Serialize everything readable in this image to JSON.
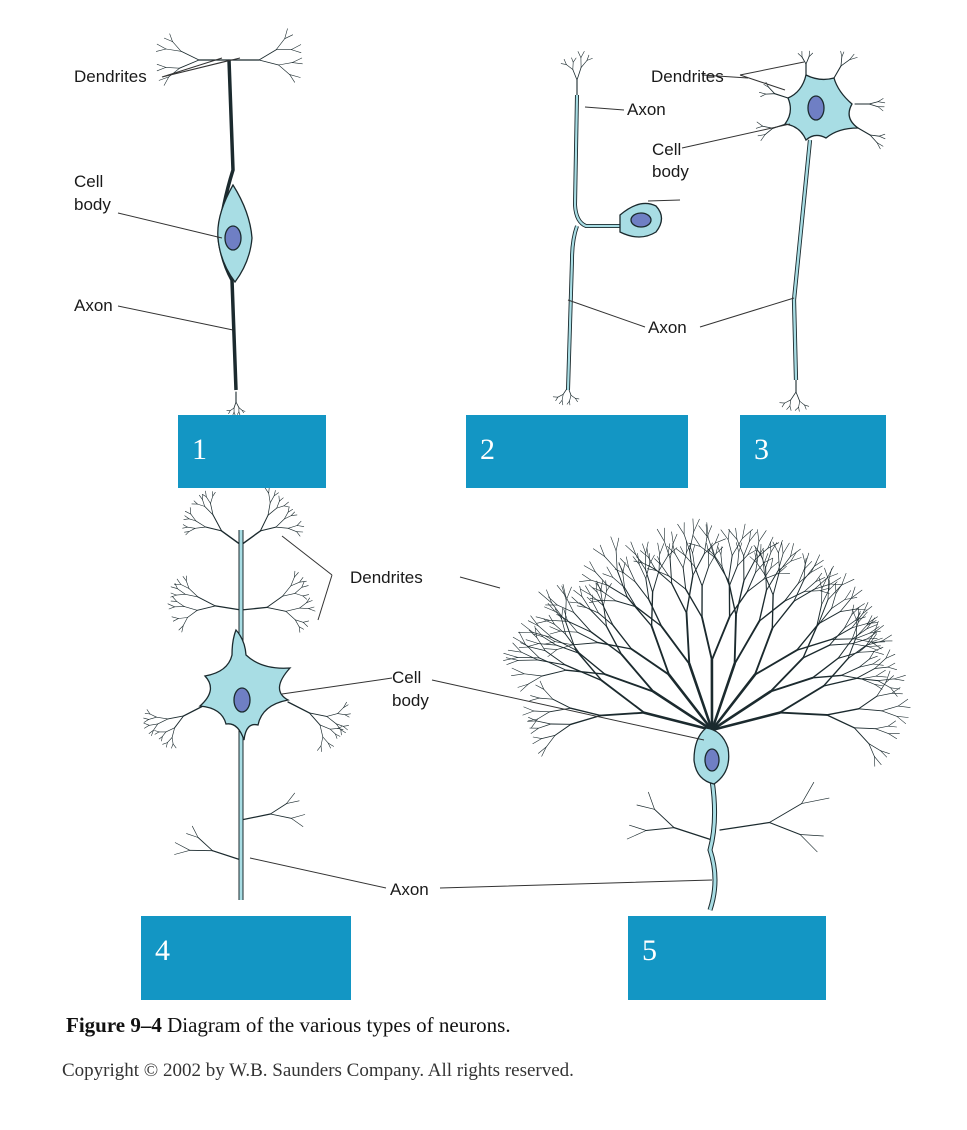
{
  "figure": {
    "labels": {
      "dendrites": "Dendrites",
      "cell": "Cell",
      "body": "body",
      "axon": "Axon"
    },
    "boxes": [
      "1",
      "2",
      "3",
      "4",
      "5"
    ],
    "caption_bold": "Figure 9–4",
    "caption_text": " Diagram of the various types of neurons.",
    "copyright": "Copyright © 2002 by W.B. Saunders Company. All rights reserved."
  },
  "colors": {
    "neuron_fill": "#a8dde4",
    "nucleus_fill": "#6f7fc4",
    "outline": "#1b2a2e",
    "box_fill": "#1396c4"
  }
}
